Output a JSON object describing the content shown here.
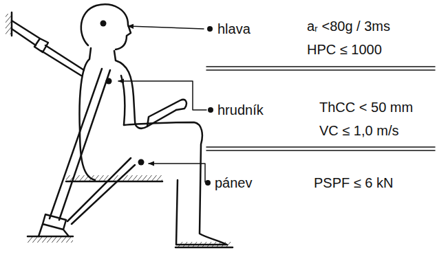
{
  "diagram": {
    "labels": [
      "hlava",
      "aᵣ <80g / 3ms",
      "HPC ≤ 1000",
      "hrudník",
      "ThCC < 50 mm",
      "VC ≤ 1,0 m/s",
      "pánev",
      "PSPF ≤ 6 kN"
    ]
  }
}
